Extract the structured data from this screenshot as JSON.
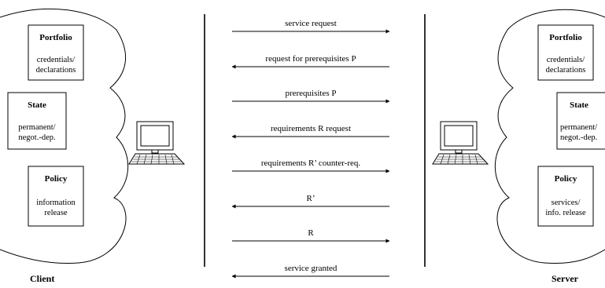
{
  "client": {
    "name": "Client",
    "portfolio": {
      "title": "Portfolio",
      "line1": "credentials/",
      "line2": "declarations"
    },
    "state": {
      "title": "State",
      "line1": "permanent/",
      "line2": "negot.-dep."
    },
    "policy": {
      "title": "Policy",
      "line1": "information",
      "line2": "release"
    }
  },
  "server": {
    "name": "Server",
    "portfolio": {
      "title": "Portfolio",
      "line1": "credentials/",
      "line2": "declarations"
    },
    "state": {
      "title": "State",
      "line1": "permanent/",
      "line2": "negot.-dep."
    },
    "policy": {
      "title": "Policy",
      "line1": "services/",
      "line2": "info. release"
    }
  },
  "messages": [
    {
      "label": "service request",
      "direction": "to-server"
    },
    {
      "label": "request for prerequisites P",
      "direction": "to-client"
    },
    {
      "label": "prerequisites P",
      "direction": "to-server"
    },
    {
      "label": "requirements R request",
      "direction": "to-client"
    },
    {
      "label": "requirements R’ counter-req.",
      "direction": "to-server"
    },
    {
      "label": "R’",
      "direction": "to-client"
    },
    {
      "label": "R",
      "direction": "to-server"
    },
    {
      "label": "service granted",
      "direction": "to-client"
    }
  ]
}
